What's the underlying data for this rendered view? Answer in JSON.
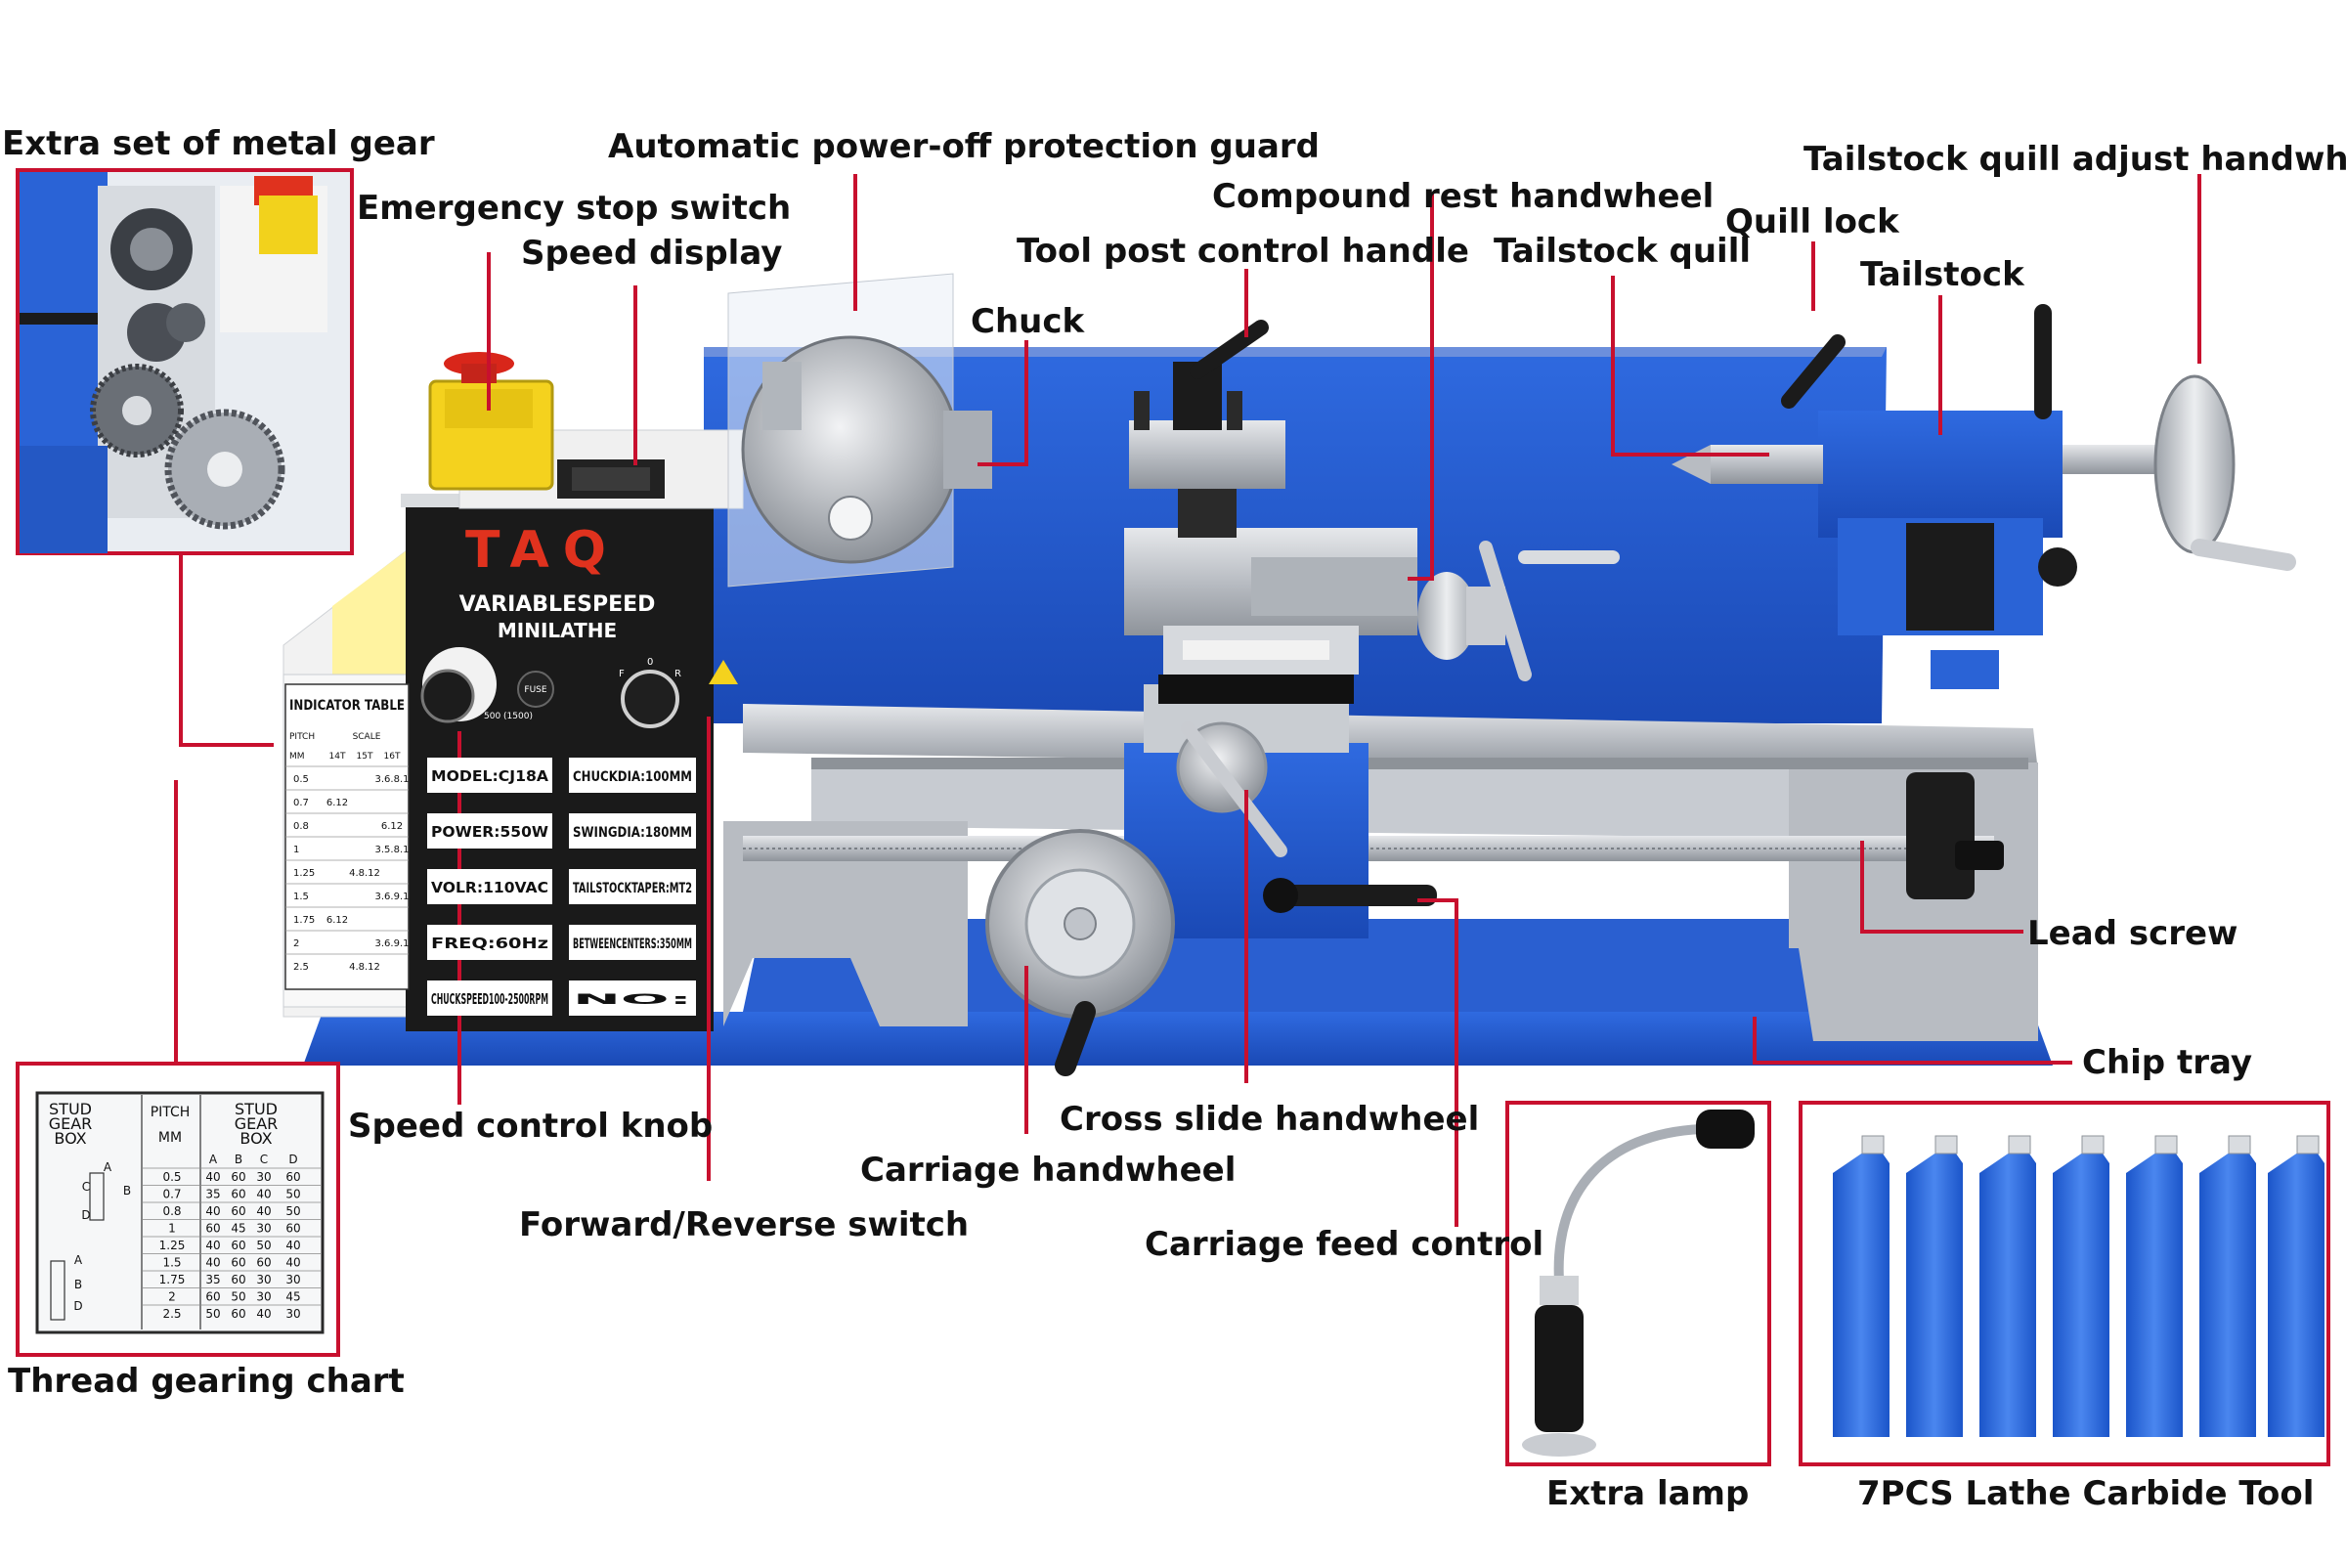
{
  "labels": {
    "extra_gear": "Extra set of metal gear",
    "guard": "Automatic power-off protection guard",
    "emergency": "Emergency  stop  switch",
    "speed_display": "Speed display",
    "chuck": "Chuck",
    "tool_post": "Tool post control handle",
    "compound_rest": "Compound rest handwheel",
    "tailstock_quill": "Tailstock quill",
    "quill_lock": "Quill lock",
    "tailstock": "Tailstock",
    "tailstock_handwheel": "Tailstock quill adjust handwheel",
    "lead_screw": "Lead screw",
    "chip_tray": "Chip tray",
    "speed_knob": "Speed control knob",
    "fwd_rev": "Forward/Reverse  switch",
    "cross_slide": "Cross slide handwheel",
    "carriage_handwheel": "Carriage handwheel",
    "carriage_feed": "Carriage feed control",
    "thread_chart": "Thread gearing chart",
    "extra_lamp": "Extra lamp",
    "carbide_tool": "7PCS Lathe Carbide Tool"
  },
  "panel": {
    "brand": "TAQ",
    "line1": "VARIABLESPEED",
    "line2": "MINILATHE",
    "fuse": "FUSE",
    "dial_text": "500 (1500)",
    "switch_f": "F",
    "switch_0": "0",
    "switch_r": "R",
    "specs": [
      {
        "left": "MODEL:CJ18A",
        "right": "CHUCKDIA:100MM"
      },
      {
        "left": "POWER:550W",
        "right": "SWINGDIA:180MM"
      },
      {
        "left": "VOLR:110VAC",
        "right": "TAILSTOCKTAPER:MT2"
      },
      {
        "left": "FREQ:60Hz",
        "right": "BETWEENCENTERS:350MM"
      },
      {
        "left": "CHUCKSPEED100-2500RPM",
        "right": "NO:"
      }
    ]
  },
  "indicator_table": {
    "title": "INDICATOR TABLE",
    "pitch": "PITCH",
    "mm": "MM",
    "scale": "SCALE",
    "cols": [
      "14T",
      "15T",
      "16T"
    ],
    "rows": [
      [
        "0.5",
        "",
        "",
        "3.6.8.1"
      ],
      [
        "0.7",
        "6.12",
        "",
        ""
      ],
      [
        "0.8",
        "",
        "",
        "6.12"
      ],
      [
        "1",
        "",
        "",
        "3.5.8.1"
      ],
      [
        "1.25",
        "",
        "4.8.12",
        ""
      ],
      [
        "1.5",
        "",
        "",
        "3.6.9.1"
      ],
      [
        "1.75",
        "6.12",
        "",
        ""
      ],
      [
        "2",
        "",
        "",
        "3.6.9.1"
      ],
      [
        "2.5",
        "",
        "4.8.12",
        ""
      ]
    ]
  },
  "thread_chart": {
    "stud_gear_box": [
      "STUD",
      "GEAR",
      "BOX"
    ],
    "pitch": "PITCH",
    "mm": "MM",
    "cols": [
      "A",
      "B",
      "C",
      "D"
    ],
    "letters_top": [
      "A",
      "C",
      "B",
      "D"
    ],
    "letters_bottom": [
      "A",
      "B",
      "D"
    ],
    "rows": [
      [
        "0.5",
        "40",
        "60",
        "30",
        "60"
      ],
      [
        "0.7",
        "35",
        "60",
        "40",
        "50"
      ],
      [
        "0.8",
        "40",
        "60",
        "40",
        "50"
      ],
      [
        "1",
        "60",
        "45",
        "30",
        "60"
      ],
      [
        "1.25",
        "40",
        "60",
        "50",
        "40"
      ],
      [
        "1.5",
        "40",
        "60",
        "60",
        "40"
      ],
      [
        "1.75",
        "35",
        "60",
        "30",
        "30"
      ],
      [
        "2",
        "60",
        "50",
        "30",
        "45"
      ],
      [
        "2.5",
        "50",
        "60",
        "40",
        "30"
      ]
    ]
  },
  "colors": {
    "callout_line": "#c8102e",
    "lathe_blue": "#1f55c8",
    "steel": "#c9ccd1"
  }
}
